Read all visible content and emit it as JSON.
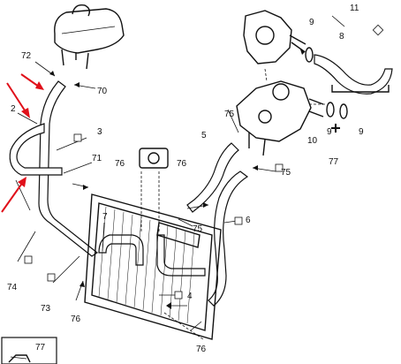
{
  "callouts": {
    "c2": "2",
    "c3": "3",
    "c4": "4",
    "c5": "5",
    "c6": "6",
    "c7": "7",
    "c8": "8",
    "c9a": "9",
    "c9b": "9",
    "c9c": "9",
    "c10": "10",
    "c11": "11",
    "c70": "70",
    "c71": "71",
    "c72": "72",
    "c73": "73",
    "c74": "74",
    "c75a": "75",
    "c75b": "75",
    "c75c": "75",
    "c76a": "76",
    "c76b": "76",
    "c76c": "76",
    "c76d": "76",
    "c77": "77",
    "c77box": "77"
  },
  "highlight_color": "#e0101a"
}
